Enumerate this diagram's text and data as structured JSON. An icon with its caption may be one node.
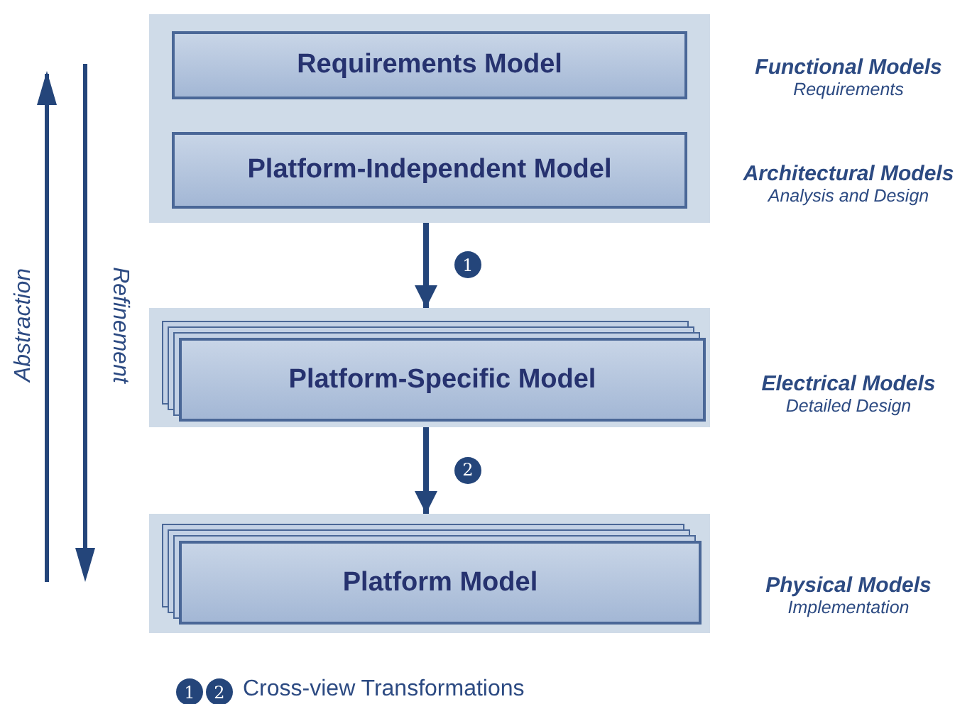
{
  "diagram": {
    "nodes": [
      {
        "text": [],
        "shape": "box"
      },
      {
        "text": [
          "Requirements Model"
        ],
        "in": 0,
        "beside": [
          "Functional Models",
          "Requirements"
        ]
      },
      {
        "text": [
          "Platform-Independent Model"
        ],
        "in": 0,
        "beside": [
          "Architectural Models",
          "Analysis and Design"
        ]
      },
      {
        "text": [],
        "shape": "box"
      },
      {
        "text": [
          "Platform-Specific Model"
        ],
        "in": 3,
        "beside": [
          "Electrical Models",
          "Detailed Design"
        ]
      },
      {
        "text": [],
        "shape": "box"
      },
      {
        "text": [
          "Platform Model"
        ],
        "in": 5,
        "beside": [
          "Physical Models",
          "Implementation"
        ]
      }
    ],
    "edges": [
      {
        "from": 0,
        "to": 3,
        "arrow": "to",
        "label": "1"
      },
      {
        "from": 3,
        "to": 5,
        "arrow": "to",
        "label": "2"
      }
    ],
    "labels": [
      "Abstraction",
      "Refinement",
      "1",
      "2",
      "Cross-view Transformations"
    ]
  }
}
